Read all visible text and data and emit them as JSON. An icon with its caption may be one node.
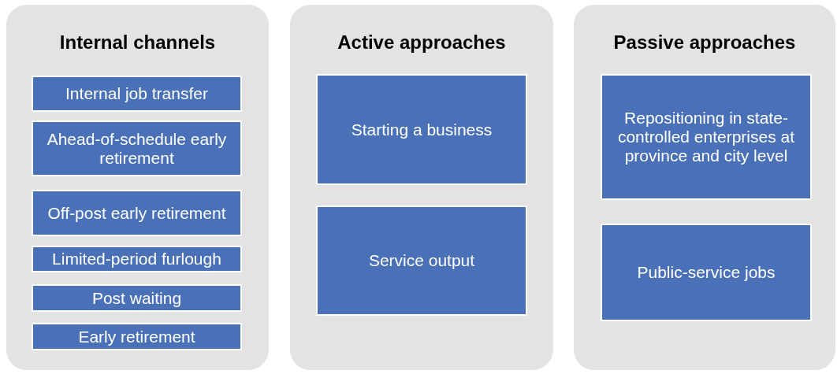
{
  "diagram": {
    "nodes": [
      {
        "text": [
          "Internal channels"
        ]
      },
      {
        "text": [
          "Internal job transfer"
        ],
        "in": 0
      },
      {
        "text": [
          "Ahead-of-schedule early retirement"
        ],
        "in": 0
      },
      {
        "text": [
          "Off-post early retirement"
        ],
        "in": 0
      },
      {
        "text": [
          "Limited-period furlough"
        ],
        "in": 0
      },
      {
        "text": [
          "Post waiting"
        ],
        "in": 0
      },
      {
        "text": [
          "Early retirement"
        ],
        "in": 0
      },
      {
        "text": [
          "Active approaches"
        ]
      },
      {
        "text": [
          "Starting a business"
        ],
        "in": 7
      },
      {
        "text": [
          "Service output"
        ],
        "in": 7
      },
      {
        "text": [
          "Passive approaches"
        ]
      },
      {
        "text": [
          "Repositioning in state-controlled enterprises at province and city level"
        ],
        "in": 10
      },
      {
        "text": [
          "Public-service jobs"
        ],
        "in": 10
      }
    ],
    "edges": []
  }
}
